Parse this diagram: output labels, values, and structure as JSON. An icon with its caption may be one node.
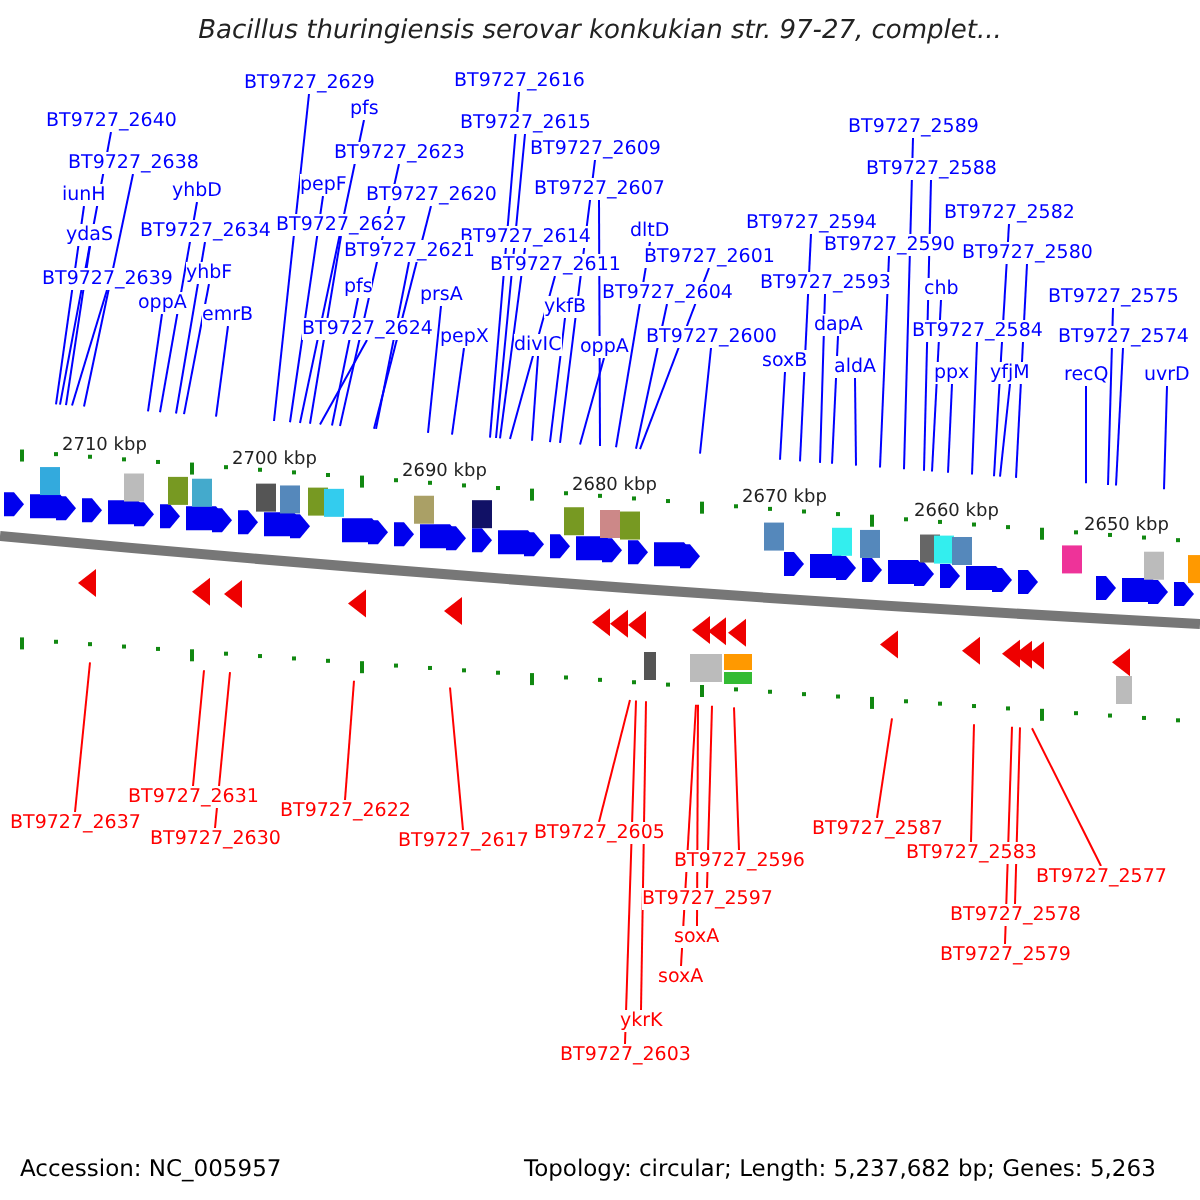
{
  "diagram": {
    "title": "Bacillus thuringiensis serovar konkukian str. 97-27, complet...",
    "nodes": [
      {
        "text": [
          "BT9727_2629"
        ]
      },
      {
        "text": [
          "pfs"
        ]
      },
      {
        "text": [
          "BT9727_2616"
        ]
      },
      {
        "text": [
          "BT9727_2640"
        ]
      },
      {
        "text": [
          "BT9727_2615"
        ]
      },
      {
        "text": [
          "BT9727_2623"
        ]
      },
      {
        "text": [
          "BT9727_2609"
        ]
      },
      {
        "text": [
          "BT9727_2638"
        ]
      },
      {
        "text": [
          "pepF"
        ]
      },
      {
        "text": [
          "iunH"
        ]
      },
      {
        "text": [
          "yhbD"
        ]
      },
      {
        "text": [
          "BT9727_2620"
        ]
      },
      {
        "text": [
          "BT9727_2607"
        ]
      },
      {
        "text": [
          "BT9727_2627"
        ]
      },
      {
        "text": [
          "BT9727_2634"
        ]
      },
      {
        "text": [
          "ydaS"
        ]
      },
      {
        "text": [
          "BT9727_2614"
        ]
      },
      {
        "text": [
          "BT9727_2621"
        ]
      },
      {
        "text": [
          "dltD"
        ]
      },
      {
        "text": [
          "BT9727_2611"
        ]
      },
      {
        "text": [
          "BT9727_2601"
        ]
      },
      {
        "text": [
          "BT9727_2594"
        ]
      },
      {
        "text": [
          "BT9727_2590"
        ]
      },
      {
        "text": [
          "BT9727_2589"
        ]
      },
      {
        "text": [
          "BT9727_2588"
        ]
      },
      {
        "text": [
          "BT9727_2582"
        ]
      },
      {
        "text": [
          "BT9727_2580"
        ]
      },
      {
        "text": [
          "BT9727_2639"
        ]
      },
      {
        "text": [
          "yhbF"
        ]
      },
      {
        "text": [
          "oppA"
        ]
      },
      {
        "text": [
          "emrB"
        ]
      },
      {
        "text": [
          "pfs"
        ]
      },
      {
        "text": [
          "prsA"
        ]
      },
      {
        "text": [
          "BT9727_2624"
        ]
      },
      {
        "text": [
          "pepX"
        ]
      },
      {
        "text": [
          "ykfB"
        ]
      },
      {
        "text": [
          "divIC"
        ]
      },
      {
        "text": [
          "oppA"
        ]
      },
      {
        "text": [
          "BT9727_2604"
        ]
      },
      {
        "text": [
          "BT9727_2593"
        ]
      },
      {
        "text": [
          "chb"
        ]
      },
      {
        "text": [
          "BT9727_2600"
        ]
      },
      {
        "text": [
          "dapA"
        ]
      },
      {
        "text": [
          "soxB"
        ]
      },
      {
        "text": [
          "aldA"
        ]
      },
      {
        "text": [
          "BT9727_2584"
        ]
      },
      {
        "text": [
          "ppx"
        ]
      },
      {
        "text": [
          "yfjM"
        ]
      },
      {
        "text": [
          "BT9727_2575"
        ]
      },
      {
        "text": [
          "BT9727_2574"
        ]
      },
      {
        "text": [
          "recQ"
        ]
      },
      {
        "text": [
          "uvrD"
        ]
      },
      {
        "text": [
          "BT9727_2637"
        ]
      },
      {
        "text": [
          "BT9727_2631"
        ]
      },
      {
        "text": [
          "BT9727_2630"
        ]
      },
      {
        "text": [
          "BT9727_2622"
        ]
      },
      {
        "text": [
          "BT9727_2617"
        ]
      },
      {
        "text": [
          "BT9727_2605"
        ]
      },
      {
        "text": [
          "BT9727_2596"
        ]
      },
      {
        "text": [
          "BT9727_2597"
        ]
      },
      {
        "text": [
          "soxA"
        ]
      },
      {
        "text": [
          "soxA"
        ]
      },
      {
        "text": [
          "ykrK"
        ]
      },
      {
        "text": [
          "BT9727_2603"
        ]
      },
      {
        "text": [
          "BT9727_2587"
        ]
      },
      {
        "text": [
          "BT9727_2583"
        ]
      },
      {
        "text": [
          "BT9727_2577"
        ]
      },
      {
        "text": [
          "BT9727_2578"
        ]
      },
      {
        "text": [
          "BT9727_2579"
        ]
      }
    ],
    "edges": [
      {
        "from": 0,
        "to": null,
        "arrow": "none"
      },
      {
        "from": 1,
        "to": null,
        "arrow": "none"
      },
      {
        "from": 2,
        "to": null,
        "arrow": "none"
      },
      {
        "from": 3,
        "to": null,
        "arrow": "none"
      },
      {
        "from": 4,
        "to": null,
        "arrow": "none"
      },
      {
        "from": 5,
        "to": null,
        "arrow": "none"
      },
      {
        "from": 6,
        "to": null,
        "arrow": "none"
      },
      {
        "from": 7,
        "to": null,
        "arrow": "none"
      },
      {
        "from": 8,
        "to": null,
        "arrow": "none"
      },
      {
        "from": 9,
        "to": null,
        "arrow": "none"
      },
      {
        "from": 10,
        "to": null,
        "arrow": "none"
      },
      {
        "from": 11,
        "to": null,
        "arrow": "none"
      },
      {
        "from": 12,
        "to": null,
        "arrow": "none"
      },
      {
        "from": 13,
        "to": null,
        "arrow": "none"
      },
      {
        "from": 14,
        "to": null,
        "arrow": "none"
      },
      {
        "from": 15,
        "to": null,
        "arrow": "none"
      },
      {
        "from": 16,
        "to": null,
        "arrow": "none"
      },
      {
        "from": 17,
        "to": null,
        "arrow": "none"
      },
      {
        "from": 18,
        "to": null,
        "arrow": "none"
      },
      {
        "from": 19,
        "to": null,
        "arrow": "none"
      },
      {
        "from": 20,
        "to": null,
        "arrow": "none"
      },
      {
        "from": 21,
        "to": null,
        "arrow": "none"
      },
      {
        "from": 22,
        "to": null,
        "arrow": "none"
      },
      {
        "from": 23,
        "to": null,
        "arrow": "none"
      },
      {
        "from": 24,
        "to": null,
        "arrow": "none"
      },
      {
        "from": 25,
        "to": null,
        "arrow": "none"
      },
      {
        "from": 26,
        "to": null,
        "arrow": "none"
      },
      {
        "from": 27,
        "to": null,
        "arrow": "none"
      },
      {
        "from": 28,
        "to": null,
        "arrow": "none"
      },
      {
        "from": 29,
        "to": null,
        "arrow": "none"
      },
      {
        "from": 30,
        "to": null,
        "arrow": "none"
      },
      {
        "from": 31,
        "to": null,
        "arrow": "none"
      },
      {
        "from": 32,
        "to": null,
        "arrow": "none"
      },
      {
        "from": 33,
        "to": null,
        "arrow": "none"
      },
      {
        "from": 34,
        "to": null,
        "arrow": "none"
      },
      {
        "from": 35,
        "to": null,
        "arrow": "none"
      },
      {
        "from": 36,
        "to": null,
        "arrow": "none"
      },
      {
        "from": 37,
        "to": null,
        "arrow": "none"
      },
      {
        "from": 38,
        "to": null,
        "arrow": "none"
      },
      {
        "from": 39,
        "to": null,
        "arrow": "none"
      },
      {
        "from": 40,
        "to": null,
        "arrow": "none"
      },
      {
        "from": 41,
        "to": null,
        "arrow": "none"
      },
      {
        "from": 42,
        "to": null,
        "arrow": "none"
      },
      {
        "from": 43,
        "to": null,
        "arrow": "none"
      },
      {
        "from": 44,
        "to": null,
        "arrow": "none"
      },
      {
        "from": 45,
        "to": null,
        "arrow": "none"
      },
      {
        "from": 46,
        "to": null,
        "arrow": "none"
      },
      {
        "from": 47,
        "to": null,
        "arrow": "none"
      },
      {
        "from": 48,
        "to": null,
        "arrow": "none"
      },
      {
        "from": 49,
        "to": null,
        "arrow": "none"
      },
      {
        "from": 50,
        "to": null,
        "arrow": "none"
      },
      {
        "from": 51,
        "to": null,
        "arrow": "none"
      },
      {
        "from": 52,
        "to": null,
        "arrow": "none",
        "color": "#ff0000"
      },
      {
        "from": 53,
        "to": null,
        "arrow": "none",
        "color": "#ff0000"
      },
      {
        "from": 54,
        "to": null,
        "arrow": "none",
        "color": "#ff0000"
      },
      {
        "from": 55,
        "to": null,
        "arrow": "none",
        "color": "#ff0000"
      },
      {
        "from": 56,
        "to": null,
        "arrow": "none",
        "color": "#ff0000"
      },
      {
        "from": 57,
        "to": null,
        "arrow": "none",
        "color": "#ff0000"
      },
      {
        "from": 58,
        "to": null,
        "arrow": "none",
        "color": "#ff0000"
      },
      {
        "from": 59,
        "to": null,
        "arrow": "none",
        "color": "#ff0000"
      },
      {
        "from": 60,
        "to": null,
        "arrow": "none",
        "color": "#ff0000"
      },
      {
        "from": 61,
        "to": null,
        "arrow": "none",
        "color": "#ff0000"
      },
      {
        "from": 62,
        "to": null,
        "arrow": "none",
        "color": "#ff0000"
      },
      {
        "from": 63,
        "to": null,
        "arrow": "none",
        "color": "#ff0000"
      },
      {
        "from": 64,
        "to": null,
        "arrow": "none",
        "color": "#ff0000"
      },
      {
        "from": 65,
        "to": null,
        "arrow": "none",
        "color": "#ff0000"
      },
      {
        "from": 66,
        "to": null,
        "arrow": "none",
        "color": "#ff0000"
      },
      {
        "from": 67,
        "to": null,
        "arrow": "none",
        "color": "#ff0000"
      },
      {
        "from": 68,
        "to": null,
        "arrow": "none",
        "color": "#ff0000"
      }
    ],
    "labels": [
      "2710 kbp",
      "2700 kbp",
      "2690 kbp",
      "2680 kbp",
      "2670 kbp",
      "2660 kbp",
      "2650 kbp",
      "Accession: NC_005957",
      "Topology: circular; Length: 5,237,682 bp; Genes: 5,263"
    ]
  }
}
